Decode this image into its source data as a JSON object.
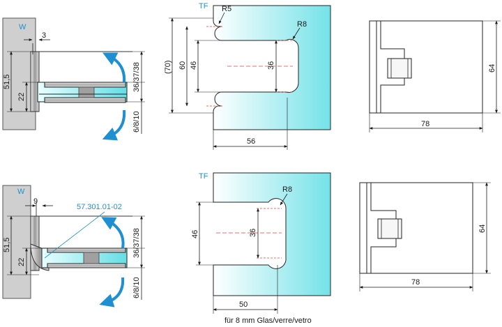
{
  "top": {
    "wall_label": "W",
    "offset": "3",
    "height_total": "51,5",
    "height_inner": "22",
    "right_upper": "36/37/38",
    "right_lower": "6/8/10",
    "tf_label": "TF",
    "r5": "R5",
    "r8": "R8",
    "d70": "(70)",
    "d60": "60",
    "d46": "46",
    "d36": "36",
    "d56": "56",
    "d78": "78",
    "d64": "64"
  },
  "bottom": {
    "wall_label": "W",
    "offset": "9",
    "part_number": "57.301.01-02",
    "height_total": "51,5",
    "height_inner": "22",
    "right_upper": "36/37/38",
    "right_lower": "6/8/10",
    "tf_label": "TF",
    "r8": "R8",
    "d46": "46",
    "d36": "36",
    "d50": "50",
    "d78": "78",
    "d64": "64"
  },
  "caption": "für 8 mm Glas/verre/vetro",
  "colors": {
    "glass_light": "#d9fbfb",
    "glass_dark": "#7fe4e8",
    "wall": "#cfcfcf",
    "arrow_blue": "#1e8fd0",
    "center_red": "#e04040"
  }
}
